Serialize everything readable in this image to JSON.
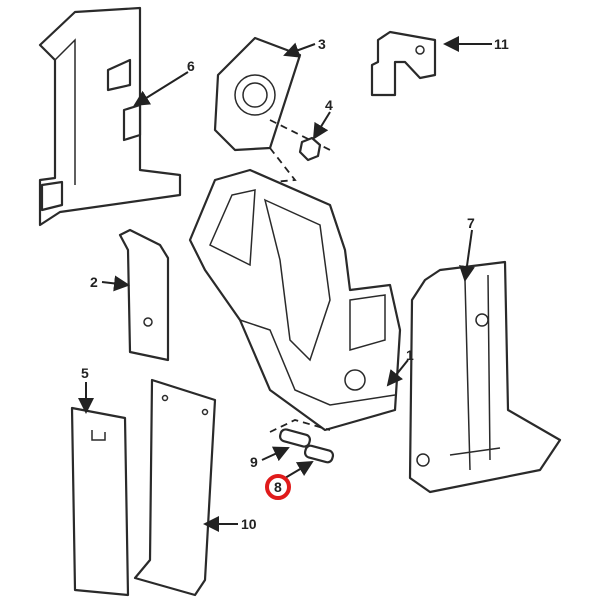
{
  "diagram": {
    "callouts": [
      {
        "id": "1",
        "label": "1"
      },
      {
        "id": "2",
        "label": "2"
      },
      {
        "id": "3",
        "label": "3"
      },
      {
        "id": "4",
        "label": "4"
      },
      {
        "id": "5",
        "label": "5"
      },
      {
        "id": "6",
        "label": "6"
      },
      {
        "id": "7",
        "label": "7"
      },
      {
        "id": "8",
        "label": "8",
        "highlighted": true
      },
      {
        "id": "9",
        "label": "9"
      },
      {
        "id": "10",
        "label": "10"
      },
      {
        "id": "11",
        "label": "11"
      }
    ],
    "highlight_color": "#e01b1b"
  }
}
